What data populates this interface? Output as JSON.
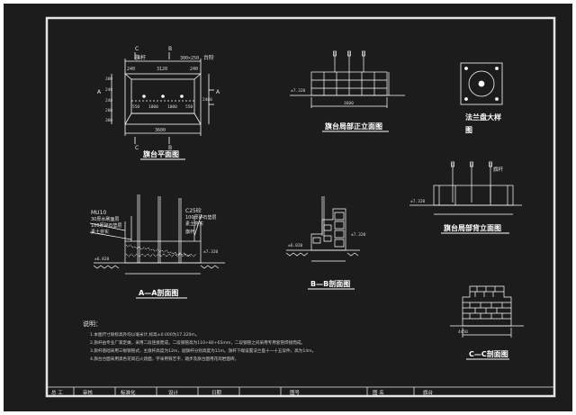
{
  "colors": {
    "background": "#1c1c1c",
    "linework": "#ffffff",
    "frame": "#e6e6e6",
    "page": "#ffffff"
  },
  "plan_view": {
    "title": "旗台平面图",
    "section_marks": [
      "C",
      "B",
      "C",
      "B",
      "A",
      "A"
    ],
    "labels": {
      "flagpole": "旗杆",
      "platform": "台阶"
    },
    "dims_top": [
      "240",
      "3120",
      "240"
    ],
    "dim_note": "300×250",
    "dims_inner": [
      "550",
      "1000",
      "1000",
      "550"
    ],
    "dims_left": [
      "300",
      "240",
      "240",
      "200",
      "300"
    ],
    "dims_right": [
      "2460"
    ],
    "dim_bottom": "3600"
  },
  "front_elevation": {
    "title": "旗台局部正立面图",
    "level": "±7.320",
    "dim": "3600"
  },
  "flange_detail": {
    "title_line1": "法兰盘大样",
    "title_line2": "图"
  },
  "back_elevation": {
    "title": "旗台局部背立面图",
    "flagpole": "旗杆",
    "level": "±7.320"
  },
  "section_aa": {
    "title": "A—A剖面图",
    "callouts_left": [
      "MU10",
      "30厚水刷面层",
      "100厚碎石垫层",
      "素土夯实"
    ],
    "callouts_right": [
      "C25砼",
      "100厚碎石垫层",
      "素土夯实"
    ],
    "flagpole": "旗杆",
    "levels": [
      "±7.320",
      "±6.820"
    ]
  },
  "section_bb": {
    "title": "B—B剖面图",
    "levels": [
      "±7.320",
      "±6.820"
    ]
  },
  "section_cc": {
    "title": "C—C剖面图",
    "dim": "4450"
  },
  "notes": {
    "heading": "说明：",
    "lines": [
      "1.本图尺寸除标高外均以毫米计,标高±0.000为17.320m。",
      "2.旗杆由专业厂家定做，采用二段连接而成。二段钢管高为110+80+65mm，二段钢管之间采用专用套管焊接而成。",
      "3.旗杆基础采用三根钢管式，主旗杆高度为12m，副旗杆分别高度为11m。旗杆下端设置法兰盘十一十五穿件，高为14m。",
      "4.旗台台面采用黑色花岗石火烧面，字采用铁艺字，踏步及旗台面用花岗岩面砖。"
    ]
  },
  "title_block": {
    "cells": [
      "总 工",
      "审核",
      "标准化",
      "设计",
      "日期",
      "图号",
      "图  名",
      "旗台"
    ]
  }
}
